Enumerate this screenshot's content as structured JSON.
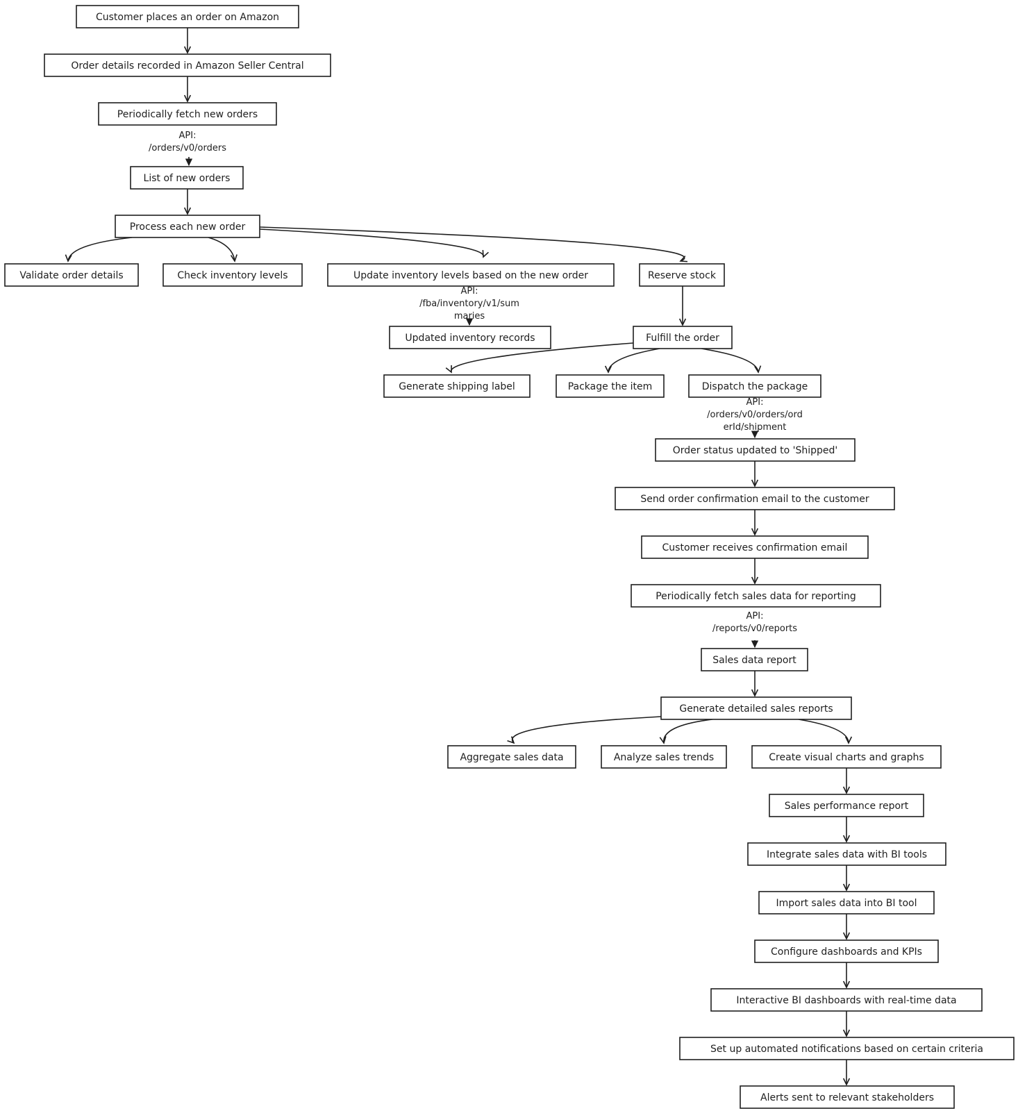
{
  "diagram": {
    "nodes": {
      "n1": "Customer places an order on Amazon",
      "n2": "Order details recorded in Amazon Seller Central",
      "n3": "Periodically fetch new orders",
      "n4": "List of new orders",
      "n5": "Process each new order",
      "n6": "Validate order details",
      "n7": "Check inventory levels",
      "n8": "Update inventory levels based on the new order",
      "n9": "Reserve stock",
      "n10": "Updated inventory records",
      "n11": "Fulfill the order",
      "n12": "Generate shipping label",
      "n13": "Package the item",
      "n14": "Dispatch the package",
      "n15": "Order status updated to 'Shipped'",
      "n16": "Send order confirmation email to the customer",
      "n17": "Customer receives confirmation email",
      "n18": "Periodically fetch sales data for reporting",
      "n19": "Sales data report",
      "n20": "Generate detailed sales reports",
      "n21": "Aggregate sales data",
      "n22": "Analyze sales trends",
      "n23": "Create visual charts and graphs",
      "n24": "Sales performance report",
      "n25": "Integrate sales data with BI tools",
      "n26": "Import sales data into BI tool",
      "n27": "Configure dashboards and KPIs",
      "n28": "Interactive BI dashboards with real-time data",
      "n29": "Set up automated notifications based on certain criteria",
      "n30": "Alerts sent to relevant stakeholders"
    },
    "edge_labels": {
      "api_orders": [
        "API:",
        "/orders/v0/orders"
      ],
      "api_inventory": [
        "API:",
        "/fba/inventory/v1/sum",
        "maries"
      ],
      "api_shipment": [
        "API:",
        "/orders/v0/orders/ord",
        "erId/shipment"
      ],
      "api_reports": [
        "API:",
        "/reports/v0/reports"
      ]
    },
    "stroke_color": "#1e1e1e",
    "background_color": "#ffffff"
  }
}
